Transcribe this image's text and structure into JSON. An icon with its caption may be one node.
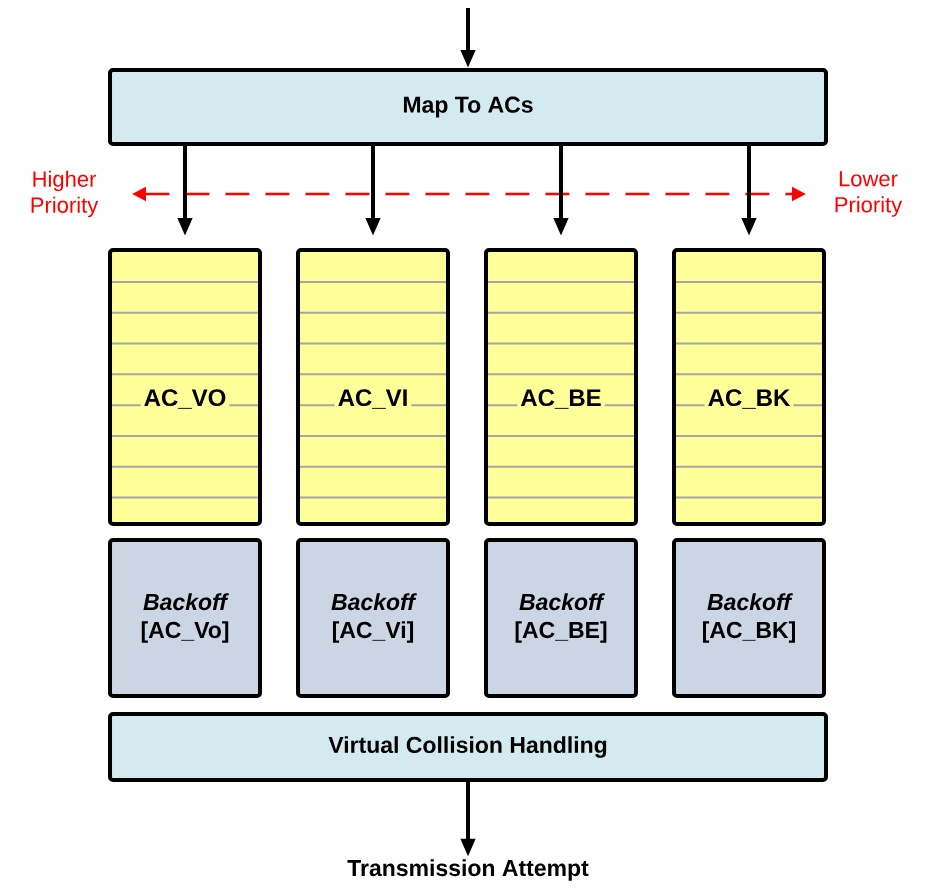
{
  "diagram": {
    "nodes": [
      {
        "text": [
          "Map To ACs"
        ]
      },
      {
        "text": [
          "AC_VO"
        ]
      },
      {
        "text": [
          "AC_VI"
        ]
      },
      {
        "text": [
          "AC_BE"
        ]
      },
      {
        "text": [
          "AC_BK"
        ]
      },
      {
        "text": [
          "Backoff",
          "[AC_Vo]"
        ]
      },
      {
        "text": [
          "Backoff",
          "[AC_Vi]"
        ]
      },
      {
        "text": [
          "Backoff",
          "[AC_BE]"
        ]
      },
      {
        "text": [
          "Backoff",
          "[AC_BK]"
        ]
      },
      {
        "text": [
          "Virtual Collision Handling"
        ]
      },
      {
        "text": [
          "Transmission Attempt"
        ]
      }
    ],
    "edges": [
      {
        "from": null,
        "to": 0,
        "arrow": "to"
      },
      {
        "from": 0,
        "to": 1,
        "arrow": "to"
      },
      {
        "from": 0,
        "to": 2,
        "arrow": "to"
      },
      {
        "from": 0,
        "to": 3,
        "arrow": "to"
      },
      {
        "from": 0,
        "to": 4,
        "arrow": "to"
      },
      {
        "from": 9,
        "to": 10,
        "arrow": "to"
      }
    ],
    "labels": [
      "Higher Priority",
      "Lower Priority"
    ]
  }
}
